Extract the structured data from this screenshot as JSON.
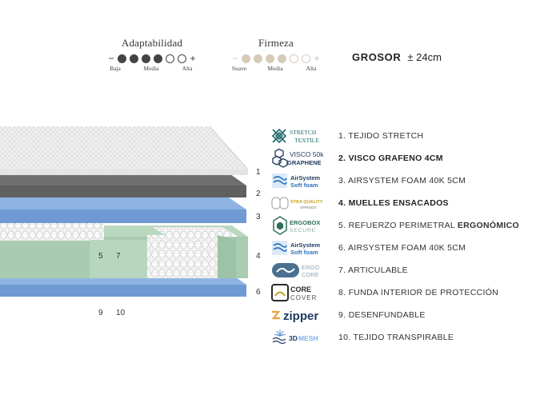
{
  "adaptabilidad": {
    "title": "Adaptabilidad",
    "minus": "−",
    "plus": "+",
    "level": 4,
    "total": 6,
    "labels": [
      "Baja",
      "Media",
      "Alta"
    ],
    "color": "#444444"
  },
  "firmeza": {
    "title": "Firmeza",
    "minus": "−",
    "plus": "+",
    "level": 4,
    "total": 6,
    "labels": [
      "Suave",
      "Media",
      "Alta"
    ],
    "color": "#d6cbb8"
  },
  "grosor": {
    "label": "GROSOR",
    "value": "± 24cm"
  },
  "layer_numbers": [
    "1",
    "2",
    "3",
    "4",
    "6",
    "5",
    "7",
    "9",
    "10"
  ],
  "features": [
    {
      "logo": "stretch-textile-logo",
      "logo_text": [
        "STRETCH",
        "TEXTILE"
      ],
      "text": "1. TEJIDO STRETCH"
    },
    {
      "logo": "visco-graphene-logo",
      "logo_text": [
        "VISCO 50k",
        "GRAPHENE"
      ],
      "text": "2. VISCO GRAFENO 4CM"
    },
    {
      "logo": "airsystem-logo",
      "logo_text": [
        "AirSystem",
        "Soft foam"
      ],
      "text": "3. AIRSYSTEM FOAM 40K 5CM"
    },
    {
      "logo": "xtra-quality-springs-logo",
      "logo_text": [
        "XTRA QUALITY",
        "SPRINGS"
      ],
      "text": "4. MUELLES ENSACADOS"
    },
    {
      "logo": "ergobox-secure-logo",
      "logo_text": [
        "ERGOBOX",
        "SECURE"
      ],
      "text": "5. REFUERZO PERIMETRAL ",
      "text_strong": "ERGONÓMICO"
    },
    {
      "logo": "airsystem-logo",
      "logo_text": [
        "AirSystem",
        "Soft foam"
      ],
      "text": "6. AIRSYSTEM FOAM 40K 5CM"
    },
    {
      "logo": "ergo-core-logo",
      "logo_text": [
        "ERGO",
        "CORE"
      ],
      "text": "7. ARTICULABLE"
    },
    {
      "logo": "core-cover-logo",
      "logo_text": [
        "CORE",
        "COVER"
      ],
      "text": "8. FUNDA INTERIOR DE PROTECCIÓN"
    },
    {
      "logo": "zipper-logo",
      "logo_text": [
        "zipper"
      ],
      "text": "9. DESENFUNDABLE"
    },
    {
      "logo": "3d-mesh-logo",
      "logo_text": [
        "3D",
        "MESH"
      ],
      "text": "10. TEJIDO TRANSPIRABLE"
    }
  ],
  "colors": {
    "foam_blue": "#6f9ad3",
    "gray_foam": "#5c5c5c",
    "ergo_green": "#a9ccb0",
    "logo_teal": "#1f6b6b",
    "logo_navy": "#1d3a5f",
    "zipper_orange": "#e9a23b"
  }
}
